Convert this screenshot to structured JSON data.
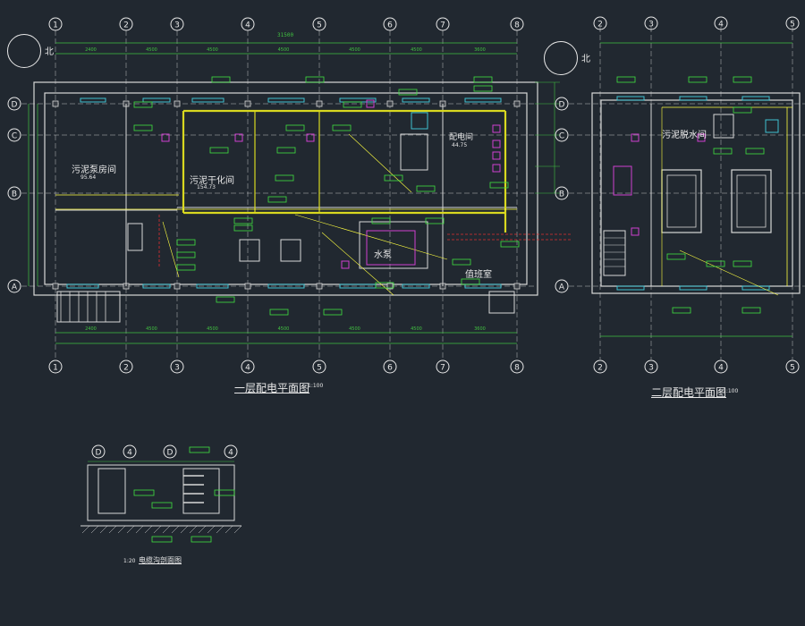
{
  "colors": {
    "background": "#212830",
    "wall": "#d8d8d8",
    "axis": "#e8e8e8",
    "dimension": "#40c040",
    "wiring": "#d8d820",
    "cable": "#ffff40",
    "tag": "#40e040",
    "label": "#e8e8e8",
    "window": "#40c0d0",
    "equipment": "#d040d0",
    "red": "#e03030"
  },
  "north": {
    "text": "北"
  },
  "plan1": {
    "axes_h": [
      "1",
      "2",
      "3",
      "4",
      "5",
      "6",
      "7",
      "8"
    ],
    "axes_v": [
      "D",
      "C",
      "B",
      "A"
    ],
    "dims_top": [
      "2400",
      "4500",
      "4500",
      "4500",
      "4500",
      "4500",
      "3600"
    ],
    "dim_overall": "31500",
    "rooms": {
      "sludge_pump": "污泥泵房间",
      "sludge_pump_sub": "95.64",
      "sludge_dry": "污泥干化间",
      "sludge_dry_sub": "154.73",
      "distribution": "配电间",
      "distribution_sub": "44.75",
      "water_pump": "水泵",
      "duty": "值班室"
    },
    "title": "一层配电平面图",
    "scale": "1:100"
  },
  "plan2": {
    "axes_h": [
      "2",
      "3",
      "4",
      "5"
    ],
    "axes_v": [
      "D",
      "C",
      "B",
      "A"
    ],
    "rooms": {
      "dewater": "污泥脱水间"
    },
    "title": "二层配电平面图",
    "scale": "1:100"
  },
  "section": {
    "title": "电缆沟剖面图",
    "scale": "1:20"
  }
}
